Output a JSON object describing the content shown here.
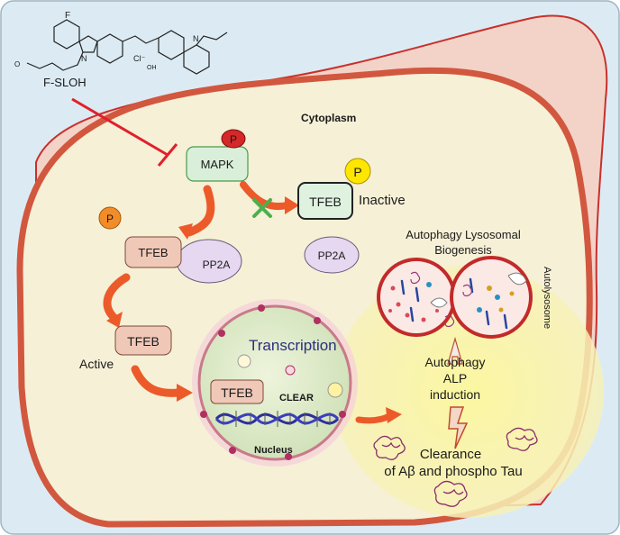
{
  "compound": {
    "name": "F-SLOH",
    "atom_F": "F",
    "atom_N1": "N",
    "atom_N2": "N",
    "charge": "Cl⁻",
    "hydroxyl": "OH"
  },
  "cytoplasm_label": "Cytoplasm",
  "mapk": {
    "label": "MAPK",
    "phospho": "P"
  },
  "tfeb_inactive": {
    "label": "TFEB",
    "phospho": "P",
    "state": "Inactive"
  },
  "free_phospho": "P",
  "tfeb_bound": {
    "label": "TFEB",
    "partner": "PP2A"
  },
  "pp2a_free": "PP2A",
  "tfeb_active": {
    "label": "TFEB",
    "state": "Active"
  },
  "nucleus": {
    "label": "Nucleus",
    "transcription": "Transcription",
    "tfeb": "TFEB",
    "clear": "CLEAR"
  },
  "alp": {
    "title_line1": "Autophagy Lysosomal",
    "title_line2": "Biogenesis",
    "autolysosome": "Autolysosome"
  },
  "induction": {
    "line1": "Autophagy",
    "line2": "ALP",
    "line3": "induction"
  },
  "clearance": {
    "line1": "Clearance",
    "line2": "of Aβ and phospho Tau"
  },
  "colors": {
    "background": "#dcebf3",
    "cell_fill": "#f6f0d6",
    "cell_border": "#d2573f",
    "outer_membrane": "#f3d3c8",
    "tfeb_fill": "#f0c8b8",
    "pp2a_fill": "#e6d8f0",
    "mapk_fill": "#d9efd9",
    "phospho_red": "#d62828",
    "phospho_yellow": "#ffe600",
    "phospho_orange": "#f28c28",
    "arrow": "#ec5a2a",
    "inhibit": "#e0202e",
    "nucleus_fill": "#e3edd1",
    "alp_glow": "#faf5a8"
  }
}
